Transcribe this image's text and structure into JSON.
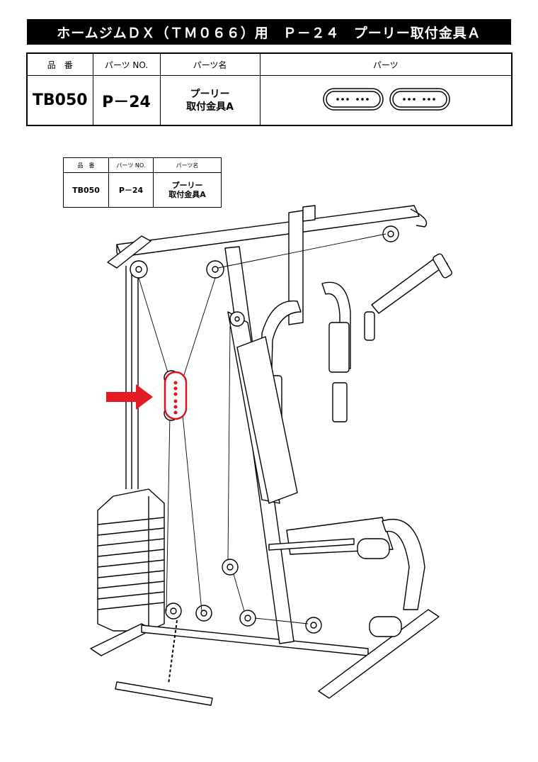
{
  "header": {
    "title": "ホームジムＤＸ（ＴＭ０６６）用　Ｐ－２４　プーリー取付金具Ａ"
  },
  "parts_table": {
    "headers": {
      "item_no": "品　番",
      "part_no": "パーツ NO.",
      "part_name": "パーツ名",
      "part": "パーツ"
    },
    "row": {
      "item_no": "TB050",
      "part_no": "P－24",
      "part_name_line1": "プーリー",
      "part_name_line2": "取付金具A"
    }
  },
  "callout_table": {
    "headers": {
      "item_no": "品　番",
      "part_no": "パーツ NO.",
      "part_name": "パーツ名"
    },
    "row": {
      "item_no": "TB050",
      "part_no": "P－24",
      "part_name_line1": "プーリー",
      "part_name_line2": "取付金具A"
    }
  },
  "diagram": {
    "subject": "home-gym-machine-illustration",
    "highlight_color": "#d9121f",
    "arrow_color": "#e21b23"
  }
}
